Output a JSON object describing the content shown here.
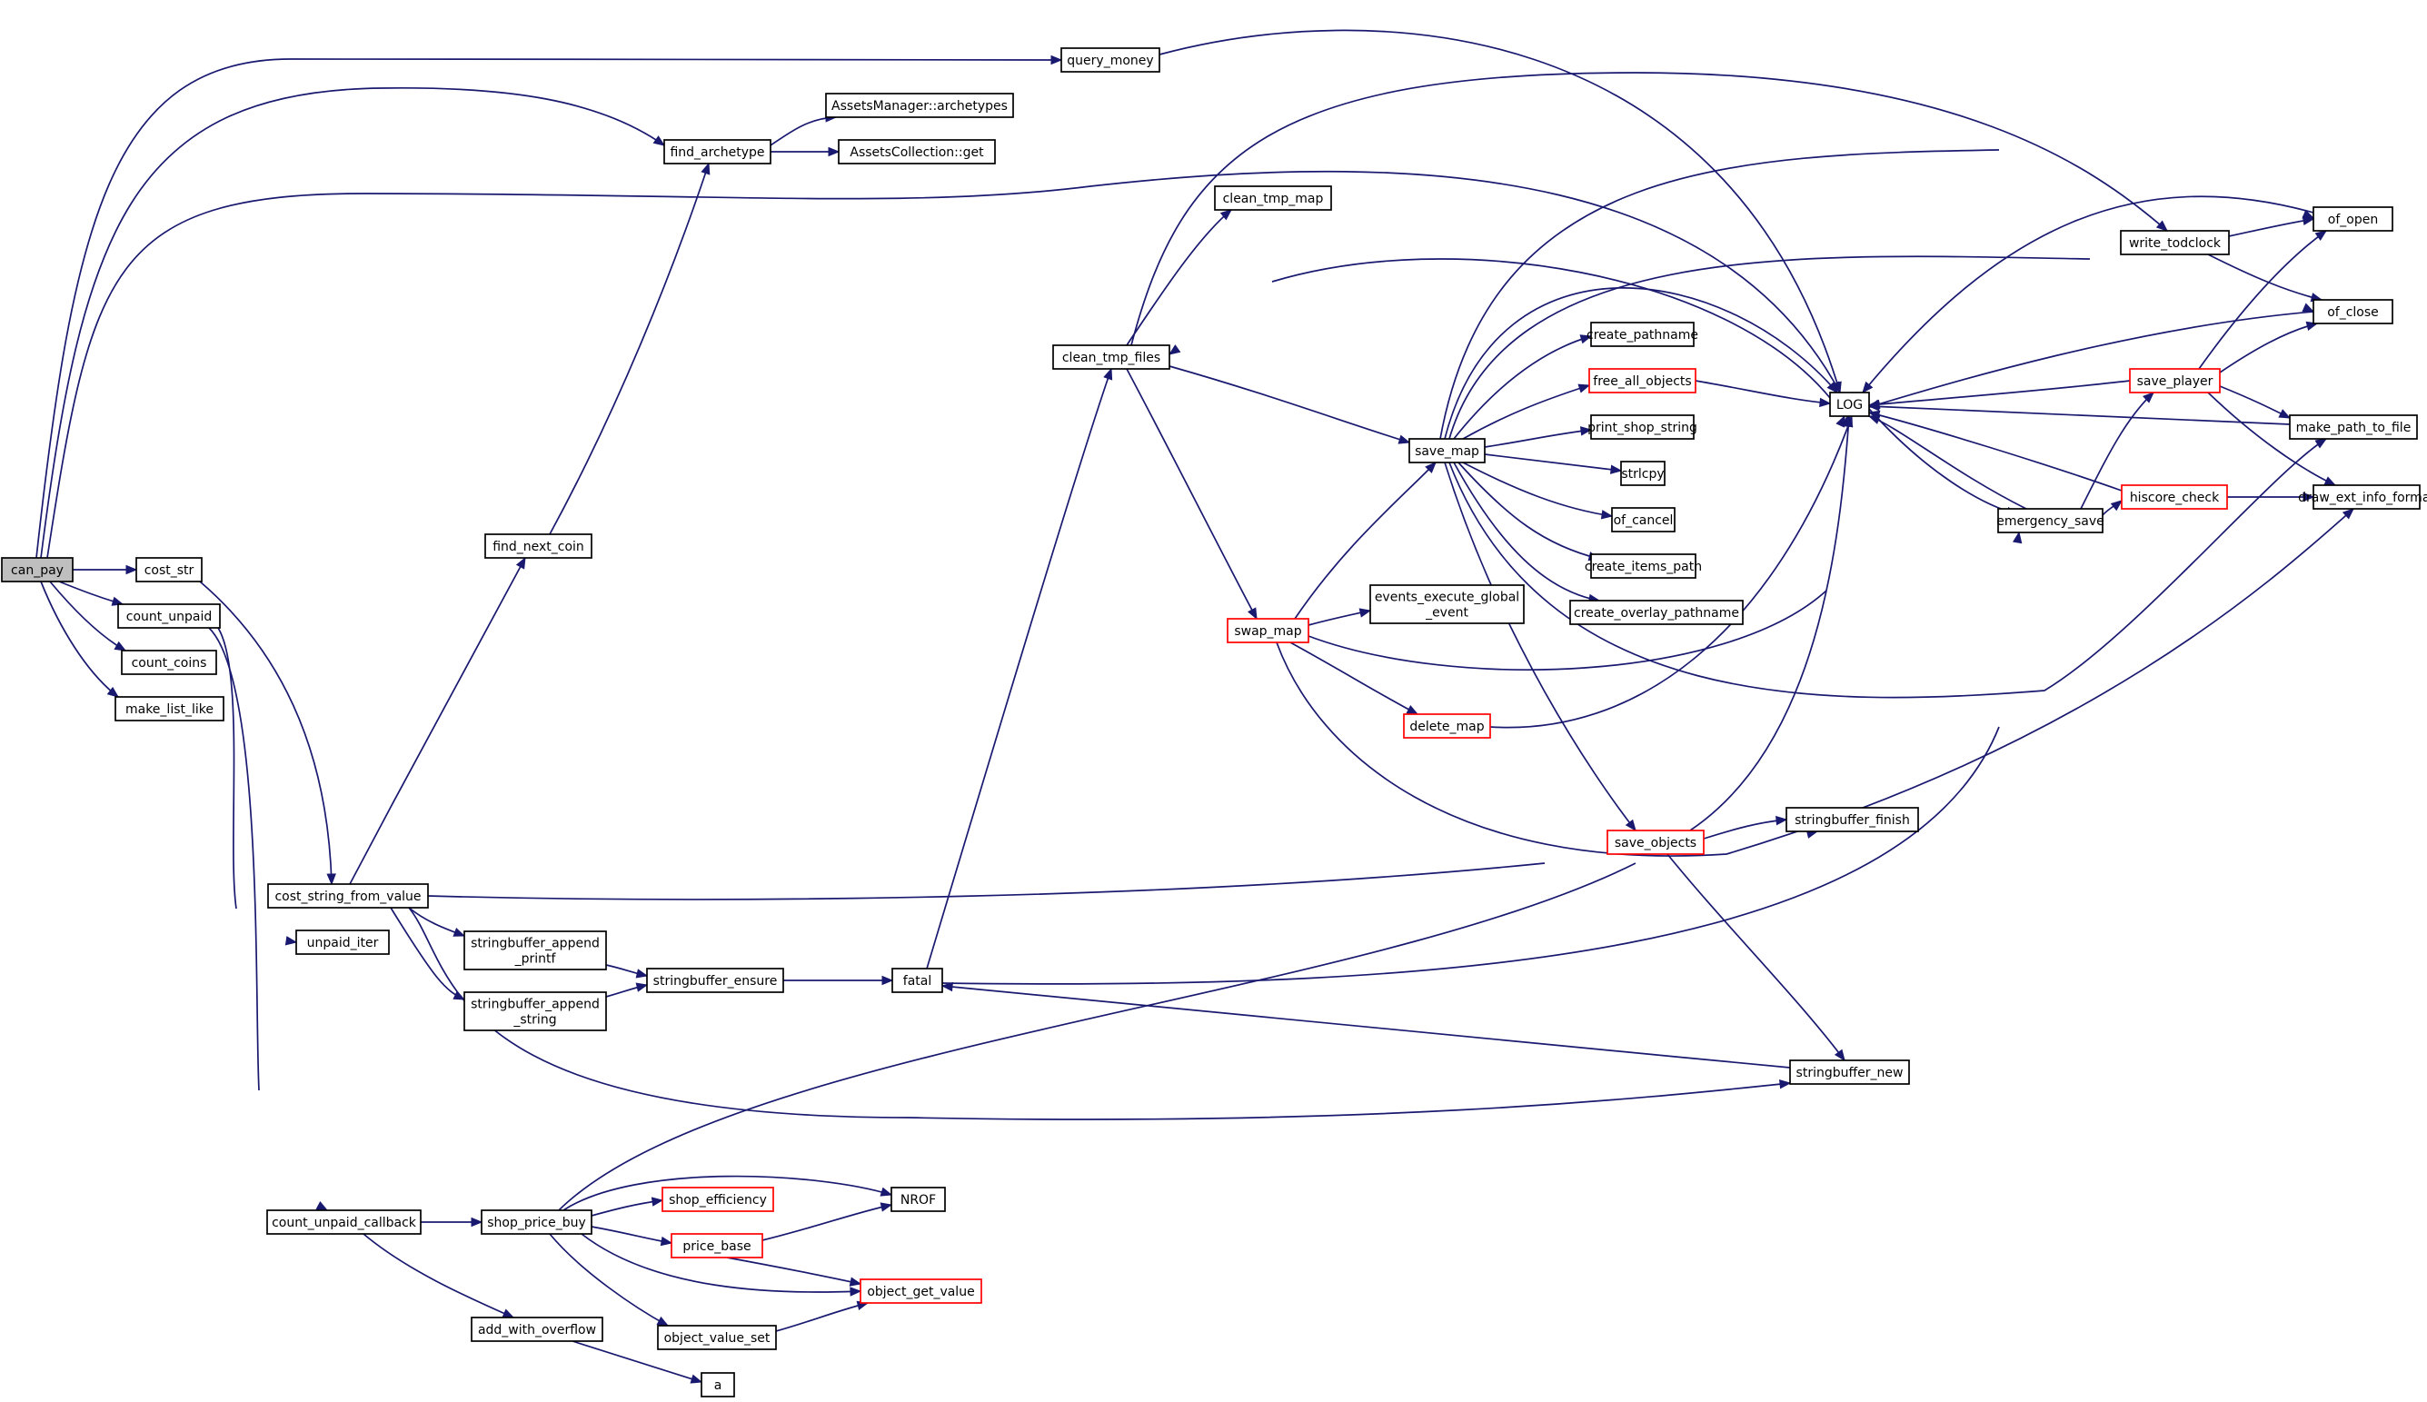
{
  "title": "",
  "colors": {
    "edge": "#191970",
    "node_border": "#000000",
    "truncated_node_border": "#ff0000",
    "root_fill": "#bfbfbf"
  },
  "nodes": [
    {
      "id": "can_pay",
      "lines": [
        "can_pay"
      ],
      "style": "root"
    },
    {
      "id": "cost_str",
      "lines": [
        "cost_str"
      ],
      "style": "normal"
    },
    {
      "id": "count_unpaid",
      "lines": [
        "count_unpaid"
      ],
      "style": "normal"
    },
    {
      "id": "count_coins",
      "lines": [
        "count_coins"
      ],
      "style": "normal"
    },
    {
      "id": "make_list_like",
      "lines": [
        "make_list_like"
      ],
      "style": "normal"
    },
    {
      "id": "query_money",
      "lines": [
        "query_money"
      ],
      "style": "normal"
    },
    {
      "id": "find_archetype",
      "lines": [
        "find_archetype"
      ],
      "style": "normal"
    },
    {
      "id": "assets_manager_archetypes",
      "lines": [
        "AssetsManager::archetypes"
      ],
      "style": "normal"
    },
    {
      "id": "assets_collection_get",
      "lines": [
        "AssetsCollection::get"
      ],
      "style": "normal"
    },
    {
      "id": "find_next_coin",
      "lines": [
        "find_next_coin"
      ],
      "style": "normal"
    },
    {
      "id": "cost_string_from_value",
      "lines": [
        "cost_string_from_value"
      ],
      "style": "normal"
    },
    {
      "id": "unpaid_iter",
      "lines": [
        "unpaid_iter"
      ],
      "style": "normal"
    },
    {
      "id": "stringbuffer_append_printf",
      "lines": [
        "stringbuffer_append",
        "_printf"
      ],
      "style": "normal"
    },
    {
      "id": "stringbuffer_append_string",
      "lines": [
        "stringbuffer_append",
        "_string"
      ],
      "style": "normal"
    },
    {
      "id": "stringbuffer_ensure",
      "lines": [
        "stringbuffer_ensure"
      ],
      "style": "normal"
    },
    {
      "id": "fatal",
      "lines": [
        "fatal"
      ],
      "style": "normal"
    },
    {
      "id": "count_unpaid_callback",
      "lines": [
        "count_unpaid_callback"
      ],
      "style": "normal"
    },
    {
      "id": "shop_price_buy",
      "lines": [
        "shop_price_buy"
      ],
      "style": "normal"
    },
    {
      "id": "add_with_overflow",
      "lines": [
        "add_with_overflow"
      ],
      "style": "normal"
    },
    {
      "id": "a",
      "lines": [
        "a"
      ],
      "style": "normal"
    },
    {
      "id": "shop_efficiency",
      "lines": [
        "shop_efficiency"
      ],
      "style": "truncated"
    },
    {
      "id": "price_base",
      "lines": [
        "price_base"
      ],
      "style": "truncated"
    },
    {
      "id": "object_value_set",
      "lines": [
        "object_value_set"
      ],
      "style": "normal"
    },
    {
      "id": "NROF",
      "lines": [
        "NROF"
      ],
      "style": "normal"
    },
    {
      "id": "object_get_value",
      "lines": [
        "object_get_value"
      ],
      "style": "truncated"
    },
    {
      "id": "clean_tmp_map",
      "lines": [
        "clean_tmp_map"
      ],
      "style": "normal"
    },
    {
      "id": "clean_tmp_files",
      "lines": [
        "clean_tmp_files"
      ],
      "style": "normal"
    },
    {
      "id": "swap_map",
      "lines": [
        "swap_map"
      ],
      "style": "truncated"
    },
    {
      "id": "events_execute_global_event",
      "lines": [
        "events_execute_global",
        "_event"
      ],
      "style": "normal"
    },
    {
      "id": "delete_map",
      "lines": [
        "delete_map"
      ],
      "style": "truncated"
    },
    {
      "id": "save_map",
      "lines": [
        "save_map"
      ],
      "style": "normal"
    },
    {
      "id": "create_pathname",
      "lines": [
        "create_pathname"
      ],
      "style": "normal"
    },
    {
      "id": "free_all_objects",
      "lines": [
        "free_all_objects"
      ],
      "style": "truncated"
    },
    {
      "id": "print_shop_string",
      "lines": [
        "print_shop_string"
      ],
      "style": "normal"
    },
    {
      "id": "strlcpy",
      "lines": [
        "strlcpy"
      ],
      "style": "normal"
    },
    {
      "id": "of_cancel",
      "lines": [
        "of_cancel"
      ],
      "style": "normal"
    },
    {
      "id": "create_items_path",
      "lines": [
        "create_items_path"
      ],
      "style": "normal"
    },
    {
      "id": "create_overlay_pathname",
      "lines": [
        "create_overlay_pathname"
      ],
      "style": "normal"
    },
    {
      "id": "save_objects",
      "lines": [
        "save_objects"
      ],
      "style": "truncated"
    },
    {
      "id": "stringbuffer_finish",
      "lines": [
        "stringbuffer_finish"
      ],
      "style": "normal"
    },
    {
      "id": "stringbuffer_new",
      "lines": [
        "stringbuffer_new"
      ],
      "style": "normal"
    },
    {
      "id": "LOG",
      "lines": [
        "LOG"
      ],
      "style": "normal"
    },
    {
      "id": "emergency_save",
      "lines": [
        "emergency_save"
      ],
      "style": "normal"
    },
    {
      "id": "write_todclock",
      "lines": [
        "write_todclock"
      ],
      "style": "normal"
    },
    {
      "id": "save_player",
      "lines": [
        "save_player"
      ],
      "style": "truncated"
    },
    {
      "id": "hiscore_check",
      "lines": [
        "hiscore_check"
      ],
      "style": "truncated"
    },
    {
      "id": "of_open",
      "lines": [
        "of_open"
      ],
      "style": "normal"
    },
    {
      "id": "of_close",
      "lines": [
        "of_close"
      ],
      "style": "normal"
    },
    {
      "id": "make_path_to_file",
      "lines": [
        "make_path_to_file"
      ],
      "style": "normal"
    },
    {
      "id": "draw_ext_info_format",
      "lines": [
        "draw_ext_info_format"
      ],
      "style": "normal"
    }
  ],
  "edges": [
    {
      "from": "can_pay",
      "to": "cost_str"
    },
    {
      "from": "can_pay",
      "to": "count_unpaid"
    },
    {
      "from": "can_pay",
      "to": "count_coins"
    },
    {
      "from": "can_pay",
      "to": "make_list_like"
    },
    {
      "from": "can_pay",
      "to": "query_money"
    },
    {
      "from": "can_pay",
      "to": "find_archetype"
    },
    {
      "from": "can_pay",
      "to": "LOG"
    },
    {
      "from": "cost_str",
      "to": "cost_string_from_value"
    },
    {
      "from": "count_unpaid",
      "to": "unpaid_iter"
    },
    {
      "from": "count_unpaid",
      "to": "count_unpaid_callback"
    },
    {
      "from": "query_money",
      "to": "LOG"
    },
    {
      "from": "find_archetype",
      "to": "assets_manager_archetypes"
    },
    {
      "from": "find_archetype",
      "to": "assets_collection_get"
    },
    {
      "from": "find_next_coin",
      "to": "find_archetype"
    },
    {
      "from": "cost_string_from_value",
      "to": "find_next_coin"
    },
    {
      "from": "cost_string_from_value",
      "to": "stringbuffer_append_printf"
    },
    {
      "from": "cost_string_from_value",
      "to": "stringbuffer_append_string"
    },
    {
      "from": "cost_string_from_value",
      "to": "stringbuffer_finish"
    },
    {
      "from": "cost_string_from_value",
      "to": "stringbuffer_new"
    },
    {
      "from": "stringbuffer_append_printf",
      "to": "stringbuffer_ensure"
    },
    {
      "from": "stringbuffer_append_string",
      "to": "stringbuffer_ensure"
    },
    {
      "from": "stringbuffer_ensure",
      "to": "fatal"
    },
    {
      "from": "fatal",
      "to": "clean_tmp_files"
    },
    {
      "from": "fatal",
      "to": "emergency_save"
    },
    {
      "from": "count_unpaid_callback",
      "to": "shop_price_buy"
    },
    {
      "from": "count_unpaid_callback",
      "to": "add_with_overflow"
    },
    {
      "from": "add_with_overflow",
      "to": "a"
    },
    {
      "from": "shop_price_buy",
      "to": "shop_efficiency"
    },
    {
      "from": "shop_price_buy",
      "to": "price_base"
    },
    {
      "from": "shop_price_buy",
      "to": "object_value_set"
    },
    {
      "from": "shop_price_buy",
      "to": "NROF"
    },
    {
      "from": "shop_price_buy",
      "to": "object_get_value"
    },
    {
      "from": "shop_price_buy",
      "to": "LOG"
    },
    {
      "from": "price_base",
      "to": "NROF"
    },
    {
      "from": "price_base",
      "to": "object_get_value"
    },
    {
      "from": "object_value_set",
      "to": "object_get_value"
    },
    {
      "from": "clean_tmp_files",
      "to": "clean_tmp_map"
    },
    {
      "from": "clean_tmp_files",
      "to": "save_map"
    },
    {
      "from": "clean_tmp_files",
      "to": "swap_map"
    },
    {
      "from": "clean_tmp_files",
      "to": "write_todclock"
    },
    {
      "from": "swap_map",
      "to": "save_map"
    },
    {
      "from": "swap_map",
      "to": "events_execute_global_event"
    },
    {
      "from": "swap_map",
      "to": "delete_map"
    },
    {
      "from": "swap_map",
      "to": "LOG"
    },
    {
      "from": "swap_map",
      "to": "draw_ext_info_format"
    },
    {
      "from": "delete_map",
      "to": "LOG"
    },
    {
      "from": "save_map",
      "to": "create_pathname"
    },
    {
      "from": "save_map",
      "to": "free_all_objects"
    },
    {
      "from": "save_map",
      "to": "print_shop_string"
    },
    {
      "from": "save_map",
      "to": "strlcpy"
    },
    {
      "from": "save_map",
      "to": "of_cancel"
    },
    {
      "from": "save_map",
      "to": "create_items_path"
    },
    {
      "from": "save_map",
      "to": "create_overlay_pathname"
    },
    {
      "from": "save_map",
      "to": "save_objects"
    },
    {
      "from": "save_map",
      "to": "LOG"
    },
    {
      "from": "save_map",
      "to": "of_open"
    },
    {
      "from": "save_map",
      "to": "of_close"
    },
    {
      "from": "save_map",
      "to": "make_path_to_file"
    },
    {
      "from": "free_all_objects",
      "to": "LOG"
    },
    {
      "from": "save_objects",
      "to": "stringbuffer_finish"
    },
    {
      "from": "save_objects",
      "to": "stringbuffer_new"
    },
    {
      "from": "save_objects",
      "to": "LOG"
    },
    {
      "from": "stringbuffer_new",
      "to": "fatal"
    },
    {
      "from": "LOG",
      "to": "clean_tmp_files"
    },
    {
      "from": "LOG",
      "to": "emergency_save"
    },
    {
      "from": "emergency_save",
      "to": "LOG"
    },
    {
      "from": "emergency_save",
      "to": "save_player"
    },
    {
      "from": "emergency_save",
      "to": "hiscore_check"
    },
    {
      "from": "write_todclock",
      "to": "of_open"
    },
    {
      "from": "write_todclock",
      "to": "of_close"
    },
    {
      "from": "save_player",
      "to": "of_open"
    },
    {
      "from": "save_player",
      "to": "of_close"
    },
    {
      "from": "save_player",
      "to": "make_path_to_file"
    },
    {
      "from": "save_player",
      "to": "draw_ext_info_format"
    },
    {
      "from": "save_player",
      "to": "LOG"
    },
    {
      "from": "hiscore_check",
      "to": "draw_ext_info_format"
    },
    {
      "from": "hiscore_check",
      "to": "LOG"
    },
    {
      "from": "of_open",
      "to": "LOG"
    },
    {
      "from": "of_close",
      "to": "LOG"
    },
    {
      "from": "make_path_to_file",
      "to": "LOG"
    }
  ]
}
